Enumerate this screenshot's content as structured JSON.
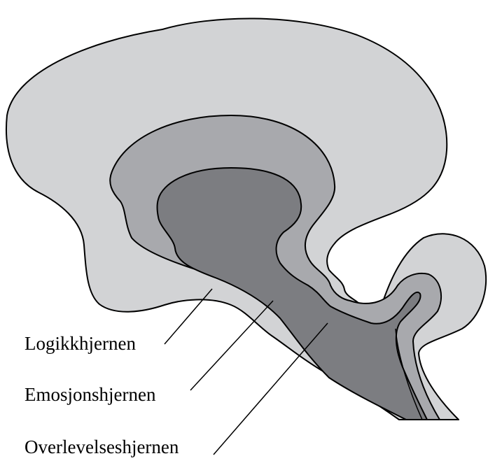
{
  "colors": {
    "outer_region": "#d2d3d5",
    "middle_region": "#a8a9ad",
    "inner_region": "#7c7d81",
    "outline": "#000000",
    "background": "#ffffff"
  },
  "labels": {
    "logic_brain": "Logikkhjernen",
    "emotion_brain": "Emosjonshjernen",
    "survival_brain": "Overlevelseshjernen"
  }
}
